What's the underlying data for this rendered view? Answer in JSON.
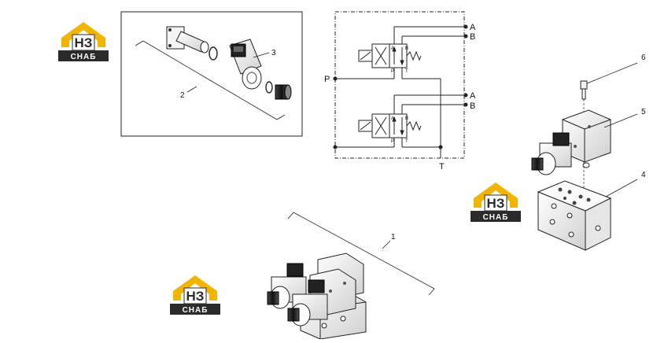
{
  "logo": {
    "mark": "НЗ",
    "text": "СНАБ",
    "colors": {
      "gold": "#F1B400",
      "dark": "#2B2B2B",
      "white": "#FFFFFF"
    }
  },
  "callouts": {
    "assembly": "1",
    "solenoid_valve": "2",
    "coil": "3",
    "manifold_block": "4",
    "directional_valve": "5",
    "bolt": "6"
  },
  "schematic": {
    "port_p": "P",
    "port_t": "T",
    "upper": {
      "port_a": "A",
      "port_b": "B",
      "valve_a": "A",
      "valve_b": "B",
      "valve_p": "P",
      "valve_t": "T"
    },
    "lower": {
      "port_a": "A",
      "port_b": "B",
      "valve_a": "A",
      "valve_b": "B",
      "valve_p": "P",
      "valve_t": "T"
    }
  }
}
